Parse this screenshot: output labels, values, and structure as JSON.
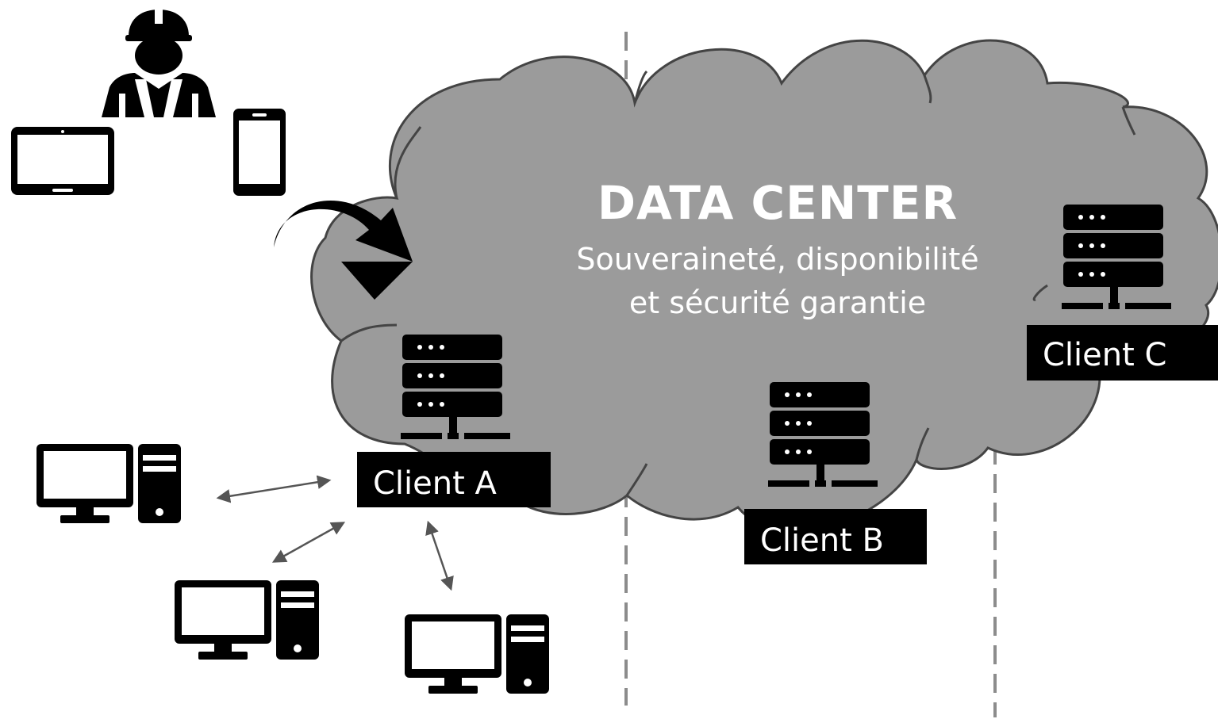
{
  "datacenter": {
    "title": "DATA CENTER",
    "subtitle_line1": "Souveraineté, disponibilité",
    "subtitle_line2": "et sécurité garantie"
  },
  "clients": [
    {
      "label": "Client A"
    },
    {
      "label": "Client B"
    },
    {
      "label": "Client C"
    }
  ],
  "icons": [
    "worker-icon",
    "tablet-icon",
    "smartphone-icon",
    "curved-arrow-icon",
    "server-icon",
    "desktop-computer-icon",
    "bidirectional-arrow-icon"
  ],
  "colors": {
    "cloud_fill": "#9b9b9b",
    "cloud_stroke": "#444444",
    "divider": "#8c8c8c",
    "icon": "#000000",
    "label_bg": "#000000",
    "label_text": "#ffffff"
  }
}
